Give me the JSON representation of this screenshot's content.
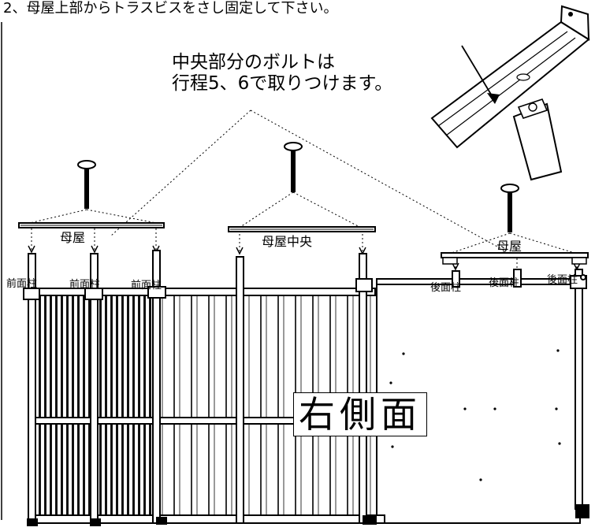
{
  "instructions": {
    "step_text": "2、母屋上部からトラスビスをさし固定して下さい。",
    "note_line1": "中央部分のボルトは",
    "note_line2": "行程5、6で取りつけます。"
  },
  "labels": {
    "beam_left": "母屋",
    "beam_center": "母屋中央",
    "beam_right": "母屋",
    "front_post_1": "前面柱",
    "front_post_2": "前面柱",
    "front_post_3": "前面柱",
    "rear_post_1": "後面柱",
    "rear_post_2": "後面柱",
    "rear_post_3": "後面柱",
    "side_name": "右側面"
  }
}
